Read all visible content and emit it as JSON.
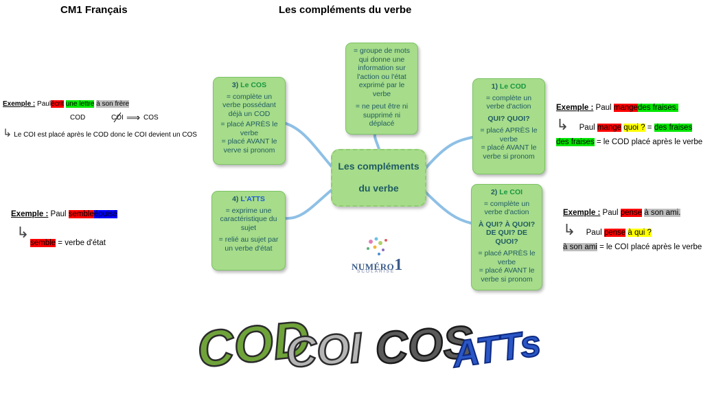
{
  "header": {
    "left": "CM1 Français",
    "center": "Les compléments du verbe"
  },
  "center_node": {
    "line1": "Les compléments",
    "line2": "du verbe"
  },
  "def_node": {
    "line1": "= groupe de mots qui donne une information sur l'action ou l'état exprimé par le verbe",
    "line2": "=  ne peut être ni supprimé ni déplacé"
  },
  "cos_node": {
    "num": "3)",
    "title": "Le COS",
    "l1": "= complète un verbe possédant déjà un COD",
    "l2": "= placé APRÈS le verbe",
    "l3": "= placé AVANT le verve si pronom"
  },
  "cod_node": {
    "num": "1)",
    "title": "Le COD",
    "l1": "= complète un verbe d'action",
    "l2": "QUI? QUOI?",
    "l3": "= placé APRÈS le verbe",
    "l4": "= placé AVANT le verbe si pronom"
  },
  "atts_node": {
    "num": "4)",
    "title": "L'ATTS",
    "l1": "= exprime une caractéristique du sujet",
    "l2": "= relié au sujet par un verbe d'état"
  },
  "coi_node": {
    "num": "2)",
    "title": "Le COI",
    "l1": "= complète un verbe d'action",
    "l2": "À QUI? À QUOI? DE QUI? DE QUOI?",
    "l3": "= placé APRÈS le verbe",
    "l4": "= placé AVANT le verbe si pronom"
  },
  "ex_cos": {
    "label": "Exemple :",
    "w1": "Paul",
    "w2": "écrit",
    "w3": "une lettre",
    "w4": "à son frère",
    "cod": "COD",
    "coi": "COI",
    "cos": "COS",
    "note": "Le COI est placé après le COD donc le COI devient un COS"
  },
  "ex_atts": {
    "label": "Exemple :",
    "w1": "Paul",
    "w2": "semble",
    "w3": "épuisé",
    "w4": "semble",
    "w5": "= verbe d'état"
  },
  "ex_cod": {
    "label": "Exemple :",
    "w1": "Paul",
    "w2": "mange",
    "w3": "des fraises.",
    "w4": "Paul",
    "w5": "mange",
    "w6": "quoi ?",
    "w7": "=",
    "w8": "des fraises",
    "w9": "des fraises",
    "w10": "= le COD placé après le verbe"
  },
  "ex_coi": {
    "label": "Exemple :",
    "w1": "Paul",
    "w2": "pense",
    "w3": "à son ami.",
    "w4": "Paul",
    "w5": "pense",
    "w6": "à qui ?",
    "w7": "à son ami",
    "w8": "= le COI placé après le verbe"
  },
  "logo": {
    "text": "NUMÉRO",
    "one": "1",
    "sub": "SCOLARISÉ"
  },
  "wordart": {
    "w1": "COD",
    "w2": "COI",
    "w3": "COS",
    "w4": "ATTs"
  },
  "colors": {
    "node_fill": "#a6dc8a",
    "node_text": "#1f5b62",
    "title_green": "#1a9640",
    "connector": "#8ec0e6"
  }
}
